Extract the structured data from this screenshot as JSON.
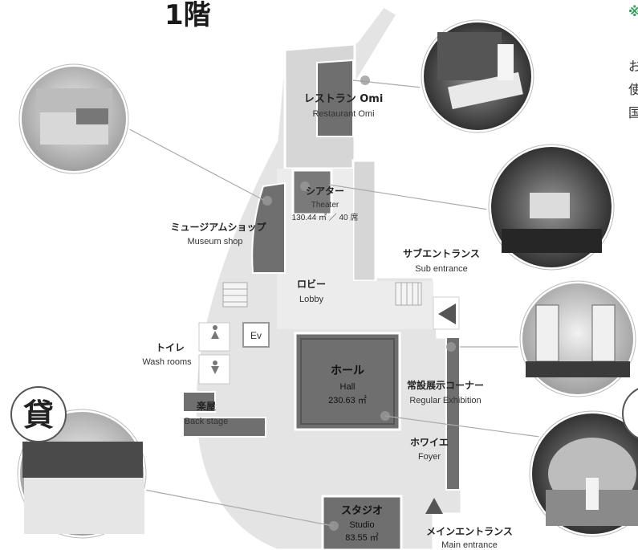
{
  "floor_title": "1階",
  "rooms": {
    "restaurant": {
      "jp": "レストラン Omi",
      "en": "Restaurant Omi"
    },
    "theater": {
      "jp": "シアター",
      "en": "Theater",
      "area": "130.44 ㎡ ／ 40 席"
    },
    "museum_shop": {
      "jp": "ミュージアムショップ",
      "en": "Museum shop"
    },
    "sub_entrance": {
      "jp": "サブエントランス",
      "en": "Sub entrance"
    },
    "lobby": {
      "jp": "ロビー",
      "en": "Lobby"
    },
    "elevator": {
      "label": "Ev"
    },
    "toilet": {
      "jp": "トイレ",
      "en": "Wash rooms"
    },
    "hall": {
      "jp": "ホール",
      "en": "Hall",
      "area": "230.63 ㎡"
    },
    "regular_exhibition": {
      "jp": "常設展示コーナー",
      "en": "Regular Exhibition"
    },
    "back_stage": {
      "jp": "楽屋",
      "en": "Back stage"
    },
    "foyer": {
      "jp": "ホワイエ",
      "en": "Foyer"
    },
    "studio": {
      "jp": "スタジオ",
      "en": "Studio",
      "area": "83.55 ㎡"
    },
    "main_entrance": {
      "jp": "メインエントランス",
      "en": "Main entrance"
    }
  },
  "rental_badge": "貸",
  "side_text": {
    "line1": "お",
    "line2": "使",
    "line3": "国",
    "accent": "※"
  },
  "colors": {
    "room_dark": "#6f6f6f",
    "floor_light": "#e6e6e6",
    "corridor": "#d2d2d2",
    "accent_green": "#2ea15a"
  }
}
